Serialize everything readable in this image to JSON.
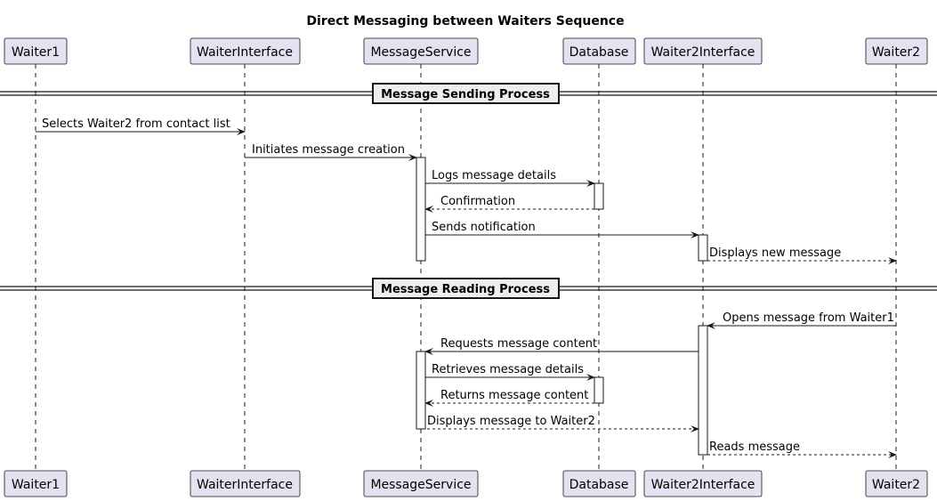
{
  "diagram": {
    "title": "Direct Messaging between Waiters Sequence",
    "participants": [
      {
        "id": "w1",
        "label": "Waiter1"
      },
      {
        "id": "wi",
        "label": "WaiterInterface"
      },
      {
        "id": "ms",
        "label": "MessageService"
      },
      {
        "id": "db",
        "label": "Database"
      },
      {
        "id": "w2i",
        "label": "Waiter2Interface"
      },
      {
        "id": "w2",
        "label": "Waiter2"
      }
    ],
    "sections": [
      {
        "label": "Message Sending Process"
      },
      {
        "label": "Message Reading Process"
      }
    ],
    "messages": [
      {
        "from": "w1",
        "to": "wi",
        "label": "Selects Waiter2 from contact list",
        "style": "solid"
      },
      {
        "from": "wi",
        "to": "ms",
        "label": "Initiates message creation",
        "style": "solid"
      },
      {
        "from": "ms",
        "to": "db",
        "label": "Logs message details",
        "style": "solid"
      },
      {
        "from": "db",
        "to": "ms",
        "label": "Confirmation",
        "style": "dashed"
      },
      {
        "from": "ms",
        "to": "w2i",
        "label": "Sends notification",
        "style": "solid"
      },
      {
        "from": "w2i",
        "to": "w2",
        "label": "Displays new message",
        "style": "dashed"
      },
      {
        "from": "w2",
        "to": "w2i",
        "label": "Opens message from Waiter1",
        "style": "solid"
      },
      {
        "from": "w2i",
        "to": "ms",
        "label": "Requests message content",
        "style": "solid"
      },
      {
        "from": "ms",
        "to": "db",
        "label": "Retrieves message details",
        "style": "solid"
      },
      {
        "from": "db",
        "to": "ms",
        "label": "Returns message content",
        "style": "dashed"
      },
      {
        "from": "ms",
        "to": "w2i",
        "label": "Displays message to Waiter2",
        "style": "dashed"
      },
      {
        "from": "w2i",
        "to": "w2",
        "label": "Reads message",
        "style": "dashed"
      }
    ],
    "colors": {
      "participant_fill": "#e2e2f0",
      "participant_border": "#181818",
      "lifeline": "#181818",
      "line": "#181818",
      "section_fill": "#eeeeee",
      "activation_fill": "#ffffff"
    }
  }
}
